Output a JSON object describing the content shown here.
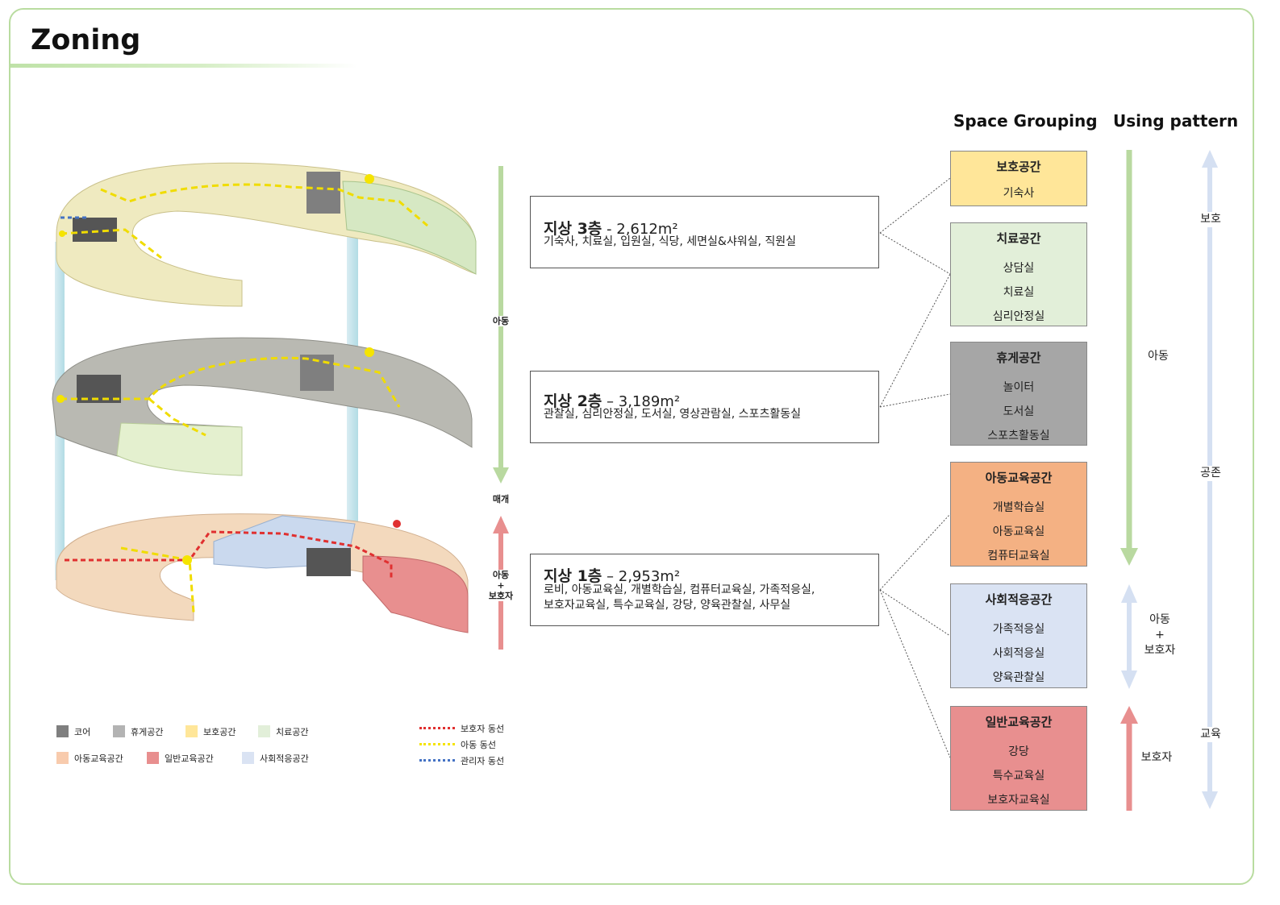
{
  "title": "Zoning",
  "axis_labels": {
    "child": "아동",
    "mediation": "매개",
    "child_guardian": [
      "아동",
      "+",
      "보호자"
    ]
  },
  "floors": [
    {
      "name": "지상 3층",
      "sep": "-",
      "area": "2,612m²",
      "rooms": "기숙사, 치료실, 입원실, 식당, 세면실&샤워실, 직원실"
    },
    {
      "name": "지상 2층",
      "sep": "–",
      "area": "3,189m²",
      "rooms": "관찰실, 심리안정실, 도서실, 영상관람실, 스포츠활동실"
    },
    {
      "name": "지상 1층",
      "sep": "–",
      "area": "2,953m²",
      "rooms": "로비, 아동교육실, 개별학습실, 컴퓨터교육실, 가족적응실,",
      "rooms2": "보호자교육실, 특수교육실, 강당, 양육관찰실, 사무실"
    }
  ],
  "space_grouping": {
    "header": "Space Grouping",
    "groups": [
      {
        "title": "보호공간",
        "items": [
          "기숙사"
        ],
        "color": "#ffe699"
      },
      {
        "title": "치료공간",
        "items": [
          "상담실",
          "치료실",
          "심리안정실"
        ],
        "color": "#e2efd9"
      },
      {
        "title": "휴게공간",
        "items": [
          "놀이터",
          "도서실",
          "스포츠활동실"
        ],
        "color": "#a6a6a6"
      },
      {
        "title": "아동교육공간",
        "items": [
          "개별학습실",
          "아동교육실",
          "컴퓨터교육실"
        ],
        "color": "#f4b183"
      },
      {
        "title": "사회적응공간",
        "items": [
          "가족적응실",
          "사회적응실",
          "양육관찰실"
        ],
        "color": "#dae3f3"
      },
      {
        "title": "일반교육공간",
        "items": [
          "강당",
          "특수교육실",
          "보호자교육실"
        ],
        "color": "#e88f8f"
      }
    ]
  },
  "using_pattern": {
    "header": "Using pattern",
    "left": {
      "child": "아동",
      "child_guardian": [
        "아동",
        "+",
        "보호자"
      ],
      "guardian": "보호자"
    },
    "right": {
      "protect": "보호",
      "coexist": "공존",
      "education": "교육"
    }
  },
  "legend": {
    "spaces": [
      {
        "label": "코어",
        "color": "#7f7f7f"
      },
      {
        "label": "휴게공간",
        "color": "#b3b3b3"
      },
      {
        "label": "보호공간",
        "color": "#ffe699"
      },
      {
        "label": "치료공간",
        "color": "#e2efd9"
      },
      {
        "label": "아동교육공간",
        "color": "#f8cbad"
      },
      {
        "label": "일반교육공간",
        "color": "#e88f8f"
      },
      {
        "label": "사회적응공간",
        "color": "#dae3f3"
      }
    ],
    "lines": [
      {
        "label": "보호자 동선",
        "color": "#e03030"
      },
      {
        "label": "아동 동선",
        "color": "#f5e400"
      },
      {
        "label": "관리자 동선",
        "color": "#4472c4"
      }
    ]
  }
}
